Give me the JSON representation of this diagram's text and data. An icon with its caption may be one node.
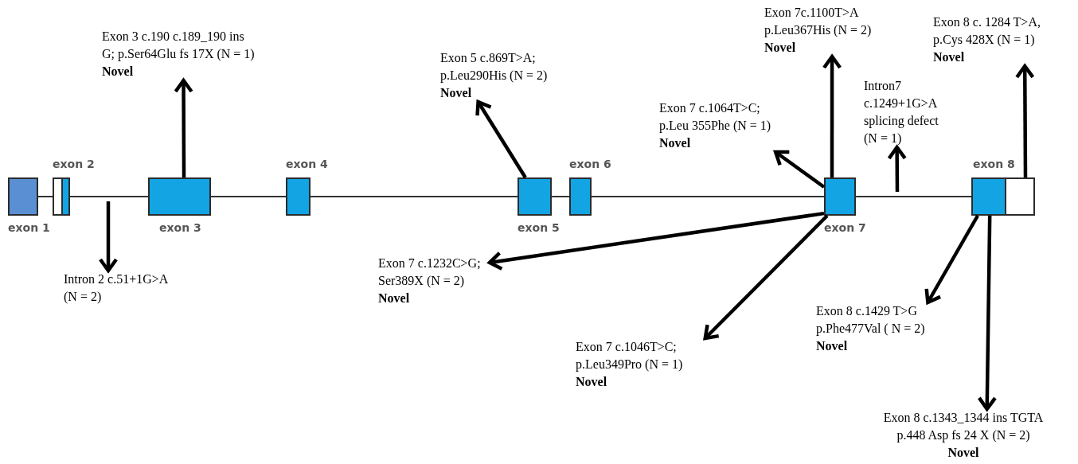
{
  "diagram": {
    "nodes": [
      {
        "text": [],
        "shape": "box",
        "beside": [
          "exon 1"
        ]
      },
      {
        "text": [],
        "shape": "box",
        "beside": [
          "exon 2"
        ]
      },
      {
        "text": [],
        "shape": "box",
        "beside": [
          "exon 3"
        ]
      },
      {
        "text": [],
        "shape": "box",
        "beside": [
          "exon 4"
        ]
      },
      {
        "text": [],
        "shape": "box",
        "beside": [
          "exon 5"
        ]
      },
      {
        "text": [],
        "shape": "box",
        "beside": [
          "exon 6"
        ]
      },
      {
        "text": [],
        "shape": "box",
        "beside": [
          "exon 7"
        ]
      },
      {
        "text": [],
        "shape": "box",
        "beside": [
          "exon 8"
        ]
      },
      {
        "text": [
          "Exon 3 c.190 c.189_190 ins",
          "G; p.Ser64Glu fs 17X (N = 1)",
          "Novel"
        ]
      },
      {
        "text": [
          "Intron 2 c.51+1G>A",
          "(N = 2)"
        ]
      },
      {
        "text": [
          "Exon 5  c.869T>A;",
          "p.Leu290His (N = 2)",
          "Novel"
        ]
      },
      {
        "text": [
          "Exon 7 c.1064T>C;",
          "p.Leu 355Phe (N = 1)",
          "Novel"
        ]
      },
      {
        "text": [
          "Exon 7c.1100T>A",
          "p.Leu367His (N = 2)",
          "Novel"
        ]
      },
      {
        "text": [
          "Intron7",
          "c.1249+1G>A",
          "splicing defect",
          "(N = 1)"
        ]
      },
      {
        "text": [
          "Exon 8 c. 1284 T>A,",
          "p.Cys 428X (N = 1)",
          "Novel"
        ]
      },
      {
        "text": [
          "Exon 7 c.1232C>G;",
          "Ser389X (N = 2)",
          "Novel"
        ]
      },
      {
        "text": [
          "Exon 7 c.1046T>C;",
          "p.Leu349Pro (N = 1)",
          "Novel"
        ]
      },
      {
        "text": [
          "Exon 8 c.1429 T>G",
          "p.Phe477Val ( N = 2)",
          "Novel"
        ]
      },
      {
        "text": [
          "Exon 8 c.1343_1344 ins TGTA",
          "p.448 Asp fs 24 X (N = 2)",
          "Novel"
        ]
      }
    ],
    "edges": [
      {
        "from": 0,
        "to": 1,
        "arrow": "none"
      },
      {
        "from": 1,
        "to": 2,
        "arrow": "none"
      },
      {
        "from": 2,
        "to": 3,
        "arrow": "none"
      },
      {
        "from": 3,
        "to": 4,
        "arrow": "none"
      },
      {
        "from": 4,
        "to": 5,
        "arrow": "none"
      },
      {
        "from": 5,
        "to": 6,
        "arrow": "none"
      },
      {
        "from": 6,
        "to": 7,
        "arrow": "none"
      },
      {
        "from": 2,
        "to": 8,
        "arrow": "to"
      },
      {
        "from": null,
        "to": 9,
        "arrow": "to"
      },
      {
        "from": 4,
        "to": 10,
        "arrow": "to"
      },
      {
        "from": 6,
        "to": 11,
        "arrow": "to"
      },
      {
        "from": 6,
        "to": 12,
        "arrow": "to"
      },
      {
        "from": null,
        "to": 13,
        "arrow": "to"
      },
      {
        "from": 7,
        "to": 14,
        "arrow": "to"
      },
      {
        "from": 6,
        "to": 15,
        "arrow": "to"
      },
      {
        "from": 6,
        "to": 16,
        "arrow": "to"
      },
      {
        "from": 7,
        "to": 17,
        "arrow": "to"
      },
      {
        "from": 7,
        "to": 18,
        "arrow": "to"
      }
    ]
  }
}
